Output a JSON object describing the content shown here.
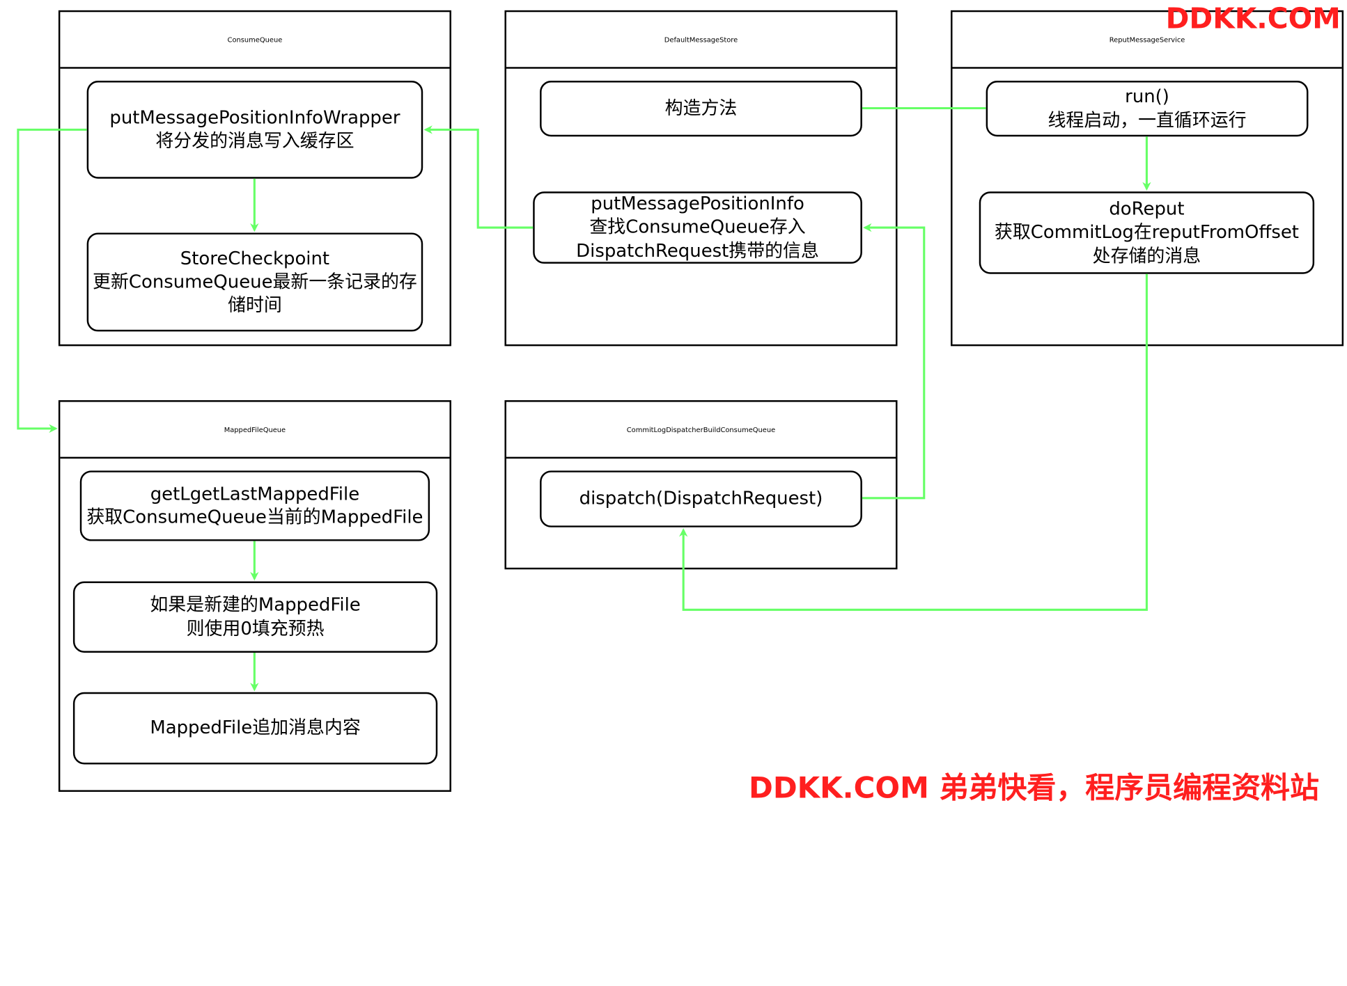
{
  "watermark": {
    "top": "DDKK.COM",
    "bottom": "DDKK.COM 弟弟快看，程序员编程资料站"
  },
  "colors": {
    "arrow": "#66ff66",
    "watermark": "#ff1f1f",
    "border": "#000000"
  },
  "classes": {
    "consume_queue": {
      "title": "ConsumeQueue",
      "put_wrapper": {
        "name": "putMessagePositionInfoWrapper",
        "desc": "将分发的消息写入缓存区"
      },
      "store_checkpoint": {
        "name": "StoreCheckpoint",
        "desc1": "更新ConsumeQueue最新一条记录的存",
        "desc2": "储时间"
      }
    },
    "default_message_store": {
      "title": "DefaultMessageStore",
      "constructor": {
        "label": "构造方法"
      },
      "put_info": {
        "name": "putMessagePositionInfo",
        "desc1": "查找ConsumeQueue存入",
        "desc2": "DispatchRequest携带的信息"
      }
    },
    "reput_service": {
      "title": "ReputMessageService",
      "run": {
        "name": "run()",
        "desc": "线程启动，一直循环运行"
      },
      "do_reput": {
        "name": "doReput",
        "desc1": "获取CommitLog在reputFromOffset",
        "desc2": "处存储的消息"
      }
    },
    "mapped_file_queue": {
      "title": "MappedFileQueue",
      "get_last": {
        "name": "getLgetLastMappedFile",
        "desc": "获取ConsumeQueue当前的MappedFile"
      },
      "new_file": {
        "line1": "如果是新建的MappedFile",
        "line2": "则使用0填充预热"
      },
      "append": {
        "label": "MappedFile追加消息内容"
      }
    },
    "dispatcher": {
      "title": "CommitLogDispatcherBuildConsumeQueue",
      "dispatch": {
        "label": "dispatch(DispatchRequest)"
      }
    }
  }
}
